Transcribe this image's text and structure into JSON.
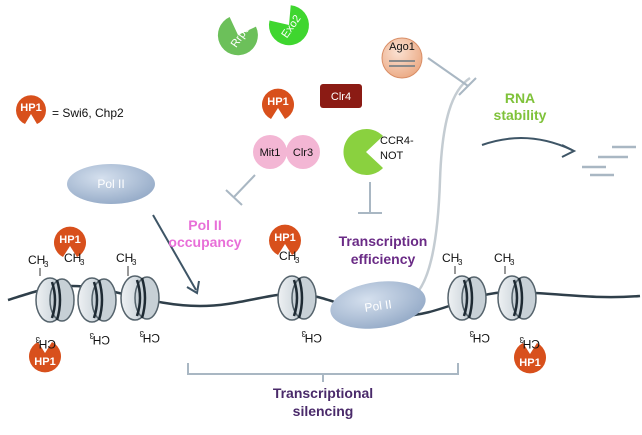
{
  "legend": {
    "hp1": "HP1",
    "definition": "= Swi6, Chp2"
  },
  "proteins": {
    "rrp6": "Rrp6",
    "exo2": "Exo2",
    "ago1": "Ago1",
    "clr4": "Clr4",
    "hp1": "HP1",
    "mit1": "Mit1",
    "clr3": "Clr3",
    "ccr4_line1": "CCR4-",
    "ccr4_line2": "NOT",
    "pol2": "Pol II"
  },
  "labels": {
    "rna_stability_1": "RNA",
    "rna_stability_2": "stability",
    "pol2_occupancy_1": "Pol II",
    "pol2_occupancy_2": "occupancy",
    "transcription_eff_1": "Transcription",
    "transcription_eff_2": "efficiency",
    "silencing_1": "Transcriptional",
    "silencing_2": "silencing"
  },
  "marks": {
    "ch3": "CH",
    "sub3": "3"
  },
  "colors": {
    "hp1": "#d8501c",
    "rrp6": "#6cc05a",
    "exo2": "#3fd62f",
    "ago1": "#f6c6ad",
    "clr4": "#8b1b14",
    "mit1": "#f3b6d4",
    "ccr4": "#8ad13f",
    "pol2": "#b2c3dc",
    "rna_text": "#7fc23a",
    "occupancy_text": "#e86fd8",
    "efficiency_text": "#6a2b86",
    "silencing_text": "#4a2a6a",
    "inhibit": "#a9b7c3",
    "arrow": "#3e5566"
  }
}
